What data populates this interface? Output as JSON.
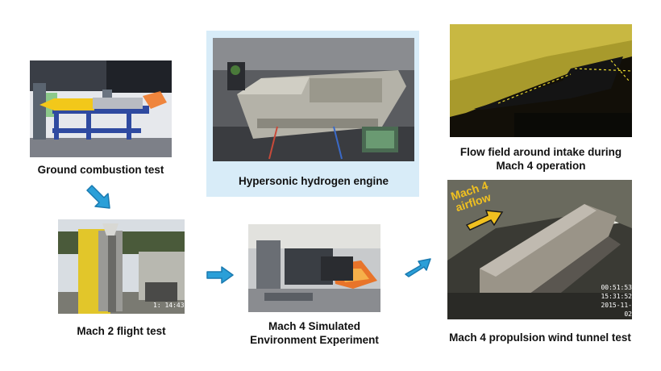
{
  "colors": {
    "highlight": "#d8ecf8",
    "arrow": "#2a9fd8",
    "arrow_edge": "#1a7ab0"
  },
  "ground_test": {
    "caption": "Ground combustion test"
  },
  "hypersonic_engine": {
    "caption": "Hypersonic hydrogen engine"
  },
  "flow_field": {
    "caption_line1": "Flow field around intake during",
    "caption_line2": "Mach 4 operation"
  },
  "flight_test": {
    "caption": "Mach 2 flight test",
    "overlay_text": "1: 14:43"
  },
  "simulated_env": {
    "caption_line1": "Mach 4 Simulated",
    "caption_line2": "Environment Experiment"
  },
  "wind_tunnel": {
    "caption": "Mach 4 propulsion wind tunnel test",
    "airflow_label_line1": "Mach 4",
    "airflow_label_line2": "airflow",
    "timestamp_line1": "00:51:53",
    "timestamp_line2": "15:31:52",
    "timestamp_line3": "2015-11-02"
  },
  "arrows": [
    "down-right-arrow",
    "right-arrow",
    "up-right-arrow"
  ]
}
